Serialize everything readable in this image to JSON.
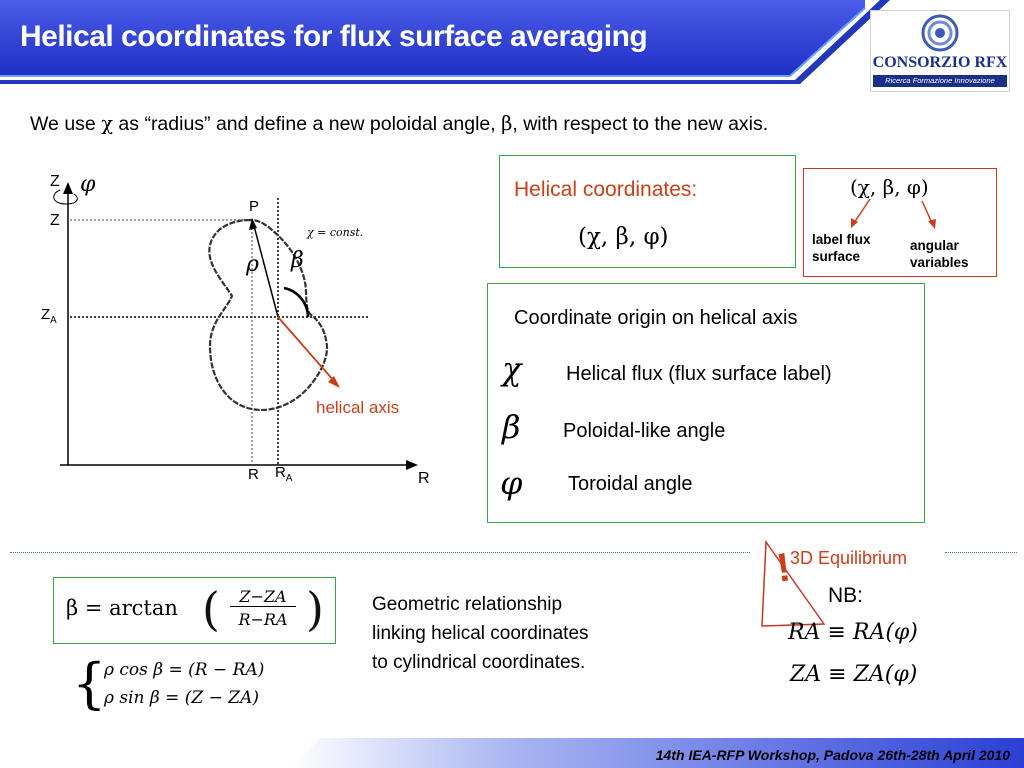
{
  "header": {
    "title": "Helical coordinates for flux surface averaging",
    "logo_name": "CONSORZIO RFX",
    "logo_subtitle": "Ricerca Formazione Innovazione"
  },
  "intro": {
    "part1": "We use ",
    "chi": "χ",
    "part2": " as “radius” and define a new poloidal angle, ",
    "beta": "β",
    "part3": ", with respect to the new axis."
  },
  "diagram": {
    "axis_z_top": "Z",
    "phi_symbol": "φ",
    "z_label": "Z",
    "za_main": "Z",
    "za_sub": "A",
    "p_label": "P",
    "chi_const": "χ = const.",
    "rho_symbol": "ρ",
    "beta_symbol": "β",
    "helical_axis": "helical axis",
    "r_label": "R",
    "ra_main": "R",
    "ra_sub": "A",
    "r_axis": "R"
  },
  "helical_box": {
    "title": "Helical coordinates:",
    "formula": "(χ, β, φ)"
  },
  "label_box": {
    "formula": "(χ, β, φ)",
    "label1_line1": "label flux",
    "label1_line2": "surface",
    "label2_line1": "angular",
    "label2_line2": "variables"
  },
  "origin_box": {
    "title": "Coordinate origin on helical axis",
    "items": [
      {
        "symbol": "χ",
        "text": "Helical flux (flux surface label)"
      },
      {
        "symbol": "β",
        "text": "Poloidal-like angle"
      },
      {
        "symbol": "φ",
        "text": "Toroidal angle"
      }
    ]
  },
  "equilibrium": {
    "label": "3D Equilibrium",
    "warning": "!",
    "nb": "NB:",
    "eq1": "RA ≡ RA(φ)",
    "eq2": "ZA ≡ ZA(φ)"
  },
  "formula": {
    "beta_lhs": "β = arctan",
    "num": "Z−ZA",
    "den": "R−RA",
    "sys1": "ρ cos β = (R − RA)",
    "sys2": "ρ sin β = (Z − ZA)"
  },
  "geometric": {
    "line1": "Geometric relationship",
    "line2": "linking helical coordinates",
    "line3": "to cylindrical coordinates."
  },
  "footer": {
    "text": "14th IEA-RFP Workshop, Padova 26th-28th April 2010"
  },
  "colors": {
    "header_blue": "#2a3fd6",
    "accent_orange": "#c8401a",
    "box_green": "#3aa34a"
  }
}
